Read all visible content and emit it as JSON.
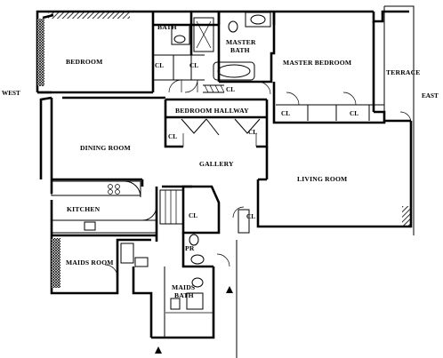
{
  "compass": {
    "west": "WEST",
    "east": "EAST"
  },
  "rooms": {
    "bedroom": "BEDROOM",
    "bath": "BATH",
    "master_bath_line1": "MASTER",
    "master_bath_line2": "BATH",
    "master_bedroom": "MASTER BEDROOM",
    "terrace": "TERRACE",
    "bedroom_hallway": "BEDROOM HALLWAY",
    "dining_room": "DINING ROOM",
    "gallery": "GALLERY",
    "living_room": "LIVING ROOM",
    "kitchen": "KITCHEN",
    "maids_room": "MAIDS ROOM",
    "maids_bath_line1": "MAIDS",
    "maids_bath_line2": "BATH",
    "powder_room": "PR"
  },
  "closets": {
    "bedroom_cl_1": "CL",
    "bedroom_cl_2": "CL",
    "master_bath_cl": "CL",
    "hallway_cl_left": "CL",
    "hallway_cl_right": "CL",
    "master_cl_1": "CL",
    "master_cl_2": "CL",
    "gallery_cl": "CL",
    "living_cl": "CL"
  },
  "colors": {
    "ink": "#000000",
    "paper": "#ffffff"
  }
}
